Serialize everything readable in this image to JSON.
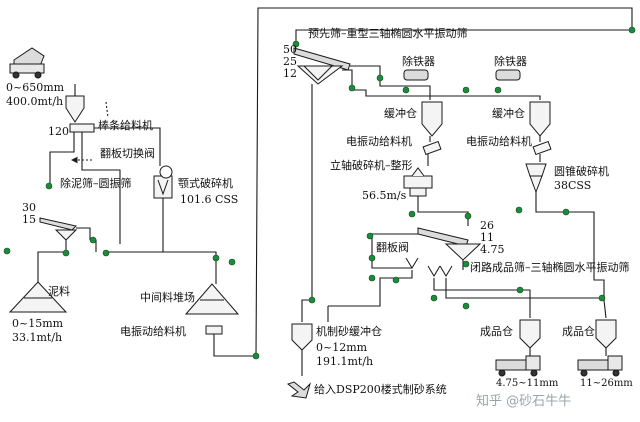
{
  "feed": {
    "size": "0~650mm",
    "rate": "400.0mt/h"
  },
  "grizzly_size": "120",
  "equipment": {
    "grizzly_feeder": "棒条给料机",
    "flap_valve_1": "翻板切换阀",
    "scrub_screen": "除泥筛–圆振筛",
    "jaw_crusher": "颚式破碎机",
    "jaw_css": "101.6 CSS",
    "mud": "泥料",
    "stockpile": "中间料堆场",
    "vib_feeder_1": "电振动给料机",
    "pre_screen": "预先筛–重型三轴椭圆水平振动筛",
    "iron_remover_1": "除铁器",
    "iron_remover_2": "除铁器",
    "surge_bin_1": "缓冲仓",
    "surge_bin_2": "缓冲仓",
    "vib_feeder_2": "电振动给料机",
    "vib_feeder_3": "电振动给料机",
    "vsi": "立轴破碎机–整形",
    "vsi_speed": "56.5m/s",
    "cone_crusher": "圆锥破碎机",
    "cone_css": "38CSS",
    "flap_valve_2": "翻板阀",
    "closed_screen": "闭路成品筛–三轴椭圆水平振动筛",
    "sand_bin": "机制砂缓冲仓",
    "product_bin_1": "成品仓",
    "product_bin_2": "成品仓",
    "sand_system": "给入DSP200楼式制砂系统"
  },
  "sizes": {
    "scrub_top": "30",
    "scrub_bottom": "15",
    "mud_size": "0~15mm",
    "mud_rate": "33.1mt/h",
    "pre_top": "50",
    "pre_mid": "25",
    "pre_bottom": "12",
    "closed_top": "26",
    "closed_mid": "11",
    "closed_bottom": "4.75",
    "sand_size": "0~12mm",
    "sand_rate": "191.1mt/h",
    "product_1": "4.75~11mm",
    "product_2": "11~26mm"
  },
  "watermark": "知乎 @砂石牛牛",
  "colors": {
    "line": "#1a1a1a",
    "node": "#1e8a3c",
    "equipment_fill": "#f4f4f4"
  }
}
